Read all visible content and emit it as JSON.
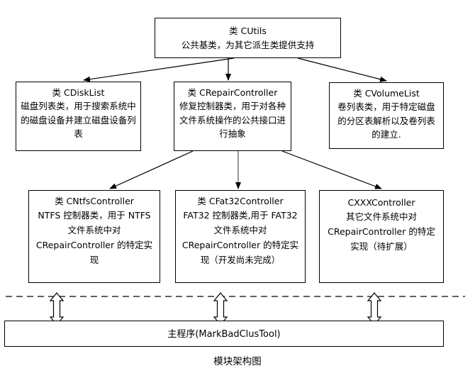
{
  "diagram": {
    "caption": "模块架构图",
    "line_color": "#000000",
    "box_fill": "#ffffff",
    "nodes": {
      "cutils": {
        "title": "类 CUtils",
        "desc": "公共基类，为其它派生类提供支持"
      },
      "cdisklist": {
        "title": "类 CDiskList",
        "desc": "磁盘列表类，用于搜索系统中的磁盘设备并建立磁盘设备列表"
      },
      "crepaircontroller": {
        "title": "类 CRepairController",
        "desc": "修复控制器类，用于对各种文件系统操作的公共接口进行抽象"
      },
      "cvolumelist": {
        "title": "类 CVolumeList",
        "desc": "卷列表类，用于特定磁盘的分区表解析以及卷列表的建立."
      },
      "cntfscontroller": {
        "title": "类 CNtfsController",
        "desc": "NTFS 控制器类，用于 NTFS 文件系统中对 CRepairController 的特定实现"
      },
      "cfat32controller": {
        "title": "类 CFat32Controller",
        "desc": "FAT32 控制器类,用于 FAT32 文件系统中对 CRepairController 的特定实现（开发尚未完成）"
      },
      "cxxxcontroller": {
        "title": "CXXXController",
        "desc": "其它文件系统中对 CRepairController 的特定实现（待扩展）"
      },
      "mainprogram": {
        "title": "主程序(MarkBadClusTool)"
      }
    },
    "edges": [
      {
        "from": "cutils",
        "to": "cdisklist",
        "style": "arrow"
      },
      {
        "from": "cutils",
        "to": "crepaircontroller",
        "style": "arrow"
      },
      {
        "from": "cutils",
        "to": "cvolumelist",
        "style": "arrow"
      },
      {
        "from": "crepaircontroller",
        "to": "cntfscontroller",
        "style": "arrow"
      },
      {
        "from": "crepaircontroller",
        "to": "cfat32controller",
        "style": "arrow"
      },
      {
        "from": "crepaircontroller",
        "to": "cxxxcontroller",
        "style": "arrow"
      },
      {
        "from": "cntfscontroller",
        "to": "mainprogram",
        "style": "double-arrow"
      },
      {
        "from": "cfat32controller",
        "to": "mainprogram",
        "style": "double-arrow"
      },
      {
        "from": "cxxxcontroller",
        "to": "mainprogram",
        "style": "double-arrow"
      }
    ],
    "separator": {
      "style": "dashed",
      "orientation": "horizontal"
    }
  }
}
